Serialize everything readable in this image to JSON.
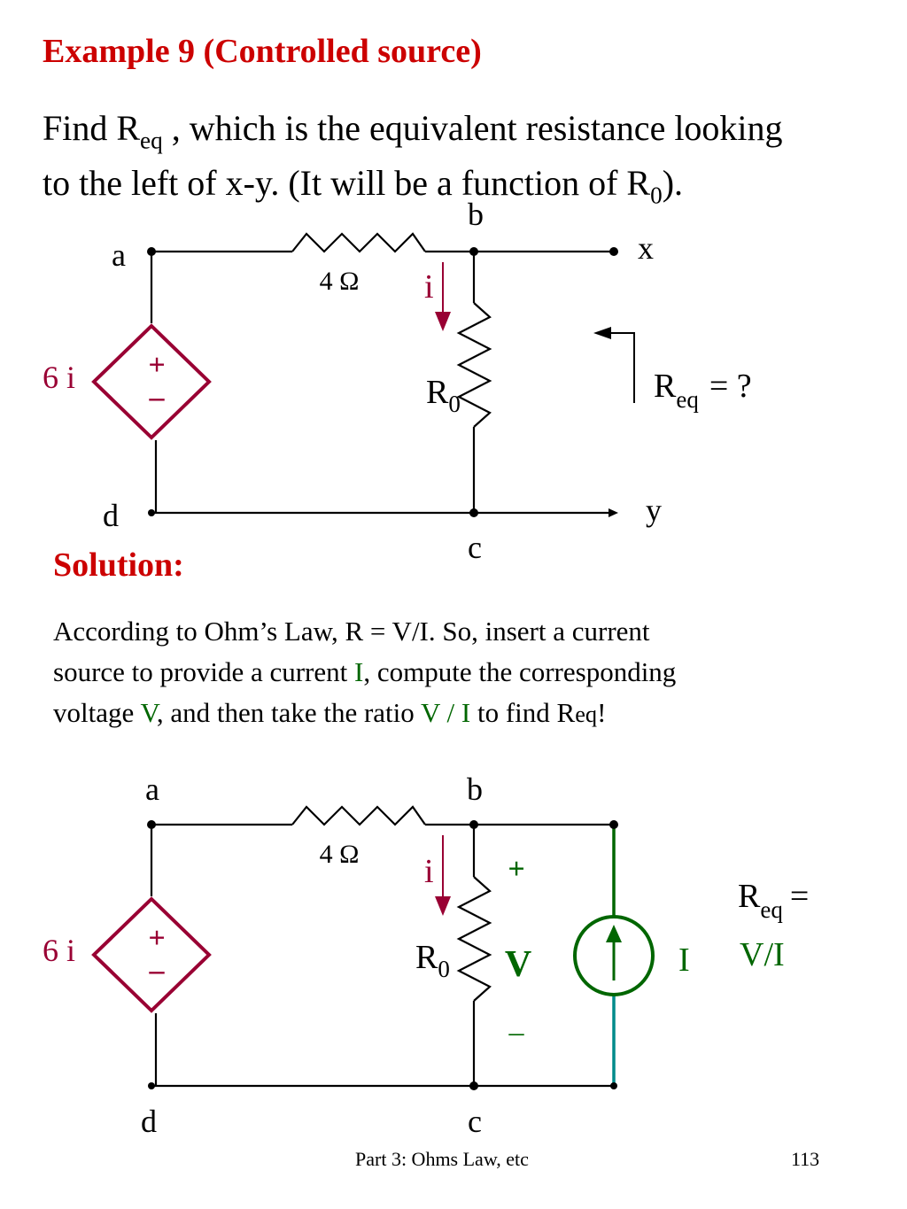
{
  "title": "Example 9 (Controlled source)",
  "problem": {
    "find": "Find R",
    "find_sub": "eq",
    "line1_rest": " , which is the equivalent resistance looking",
    "line2": "to the left of x-y. (It will be a function of R",
    "line2_sub": "0",
    "line2_end": ")."
  },
  "circuit1": {
    "nodes": {
      "a": "a",
      "b": "b",
      "c": "c",
      "d": "d",
      "x": "x",
      "y": "y"
    },
    "resistor_label": "4 Ω",
    "current_label": "i",
    "source_label": "6 i",
    "plus": "+",
    "minus": "–",
    "r0": "R",
    "r0_sub": "0",
    "req": "R",
    "req_sub": "eq",
    "req_rest": "=  ?"
  },
  "solution": {
    "heading": "Solution:",
    "p1": "According to Ohm’s Law, R  =  V/I. So, insert a current",
    "p2a": "source to provide a current ",
    "p2_I": "I",
    "p2b": ", compute the corresponding",
    "p3a": "voltage ",
    "p3_V": "V",
    "p3b": ", and then take the ratio ",
    "p3_ratio": "V / I",
    "p3c": " to find R",
    "p3_eq": "eq",
    "p3d": "!"
  },
  "circuit2": {
    "nodes": {
      "a": "a",
      "b": "b",
      "c": "c",
      "d": "d"
    },
    "resistor_label": "4 Ω",
    "current_label": "i",
    "source_label": "6 i",
    "plus": "+",
    "minus": "–",
    "r0": "R",
    "r0_sub": "0",
    "v_plus": "+",
    "v_label": "V",
    "v_minus": "–",
    "test_current": "I",
    "req": "R",
    "req_sub": "eq",
    "req_eq": "=",
    "req_value": "V/I"
  },
  "footer": {
    "text": "Part 3: Ohms Law, etc",
    "page": "113"
  },
  "colors": {
    "heading_red": "#cc0000",
    "source_maroon": "#990033",
    "green": "#006600",
    "teal": "#008b8b"
  }
}
